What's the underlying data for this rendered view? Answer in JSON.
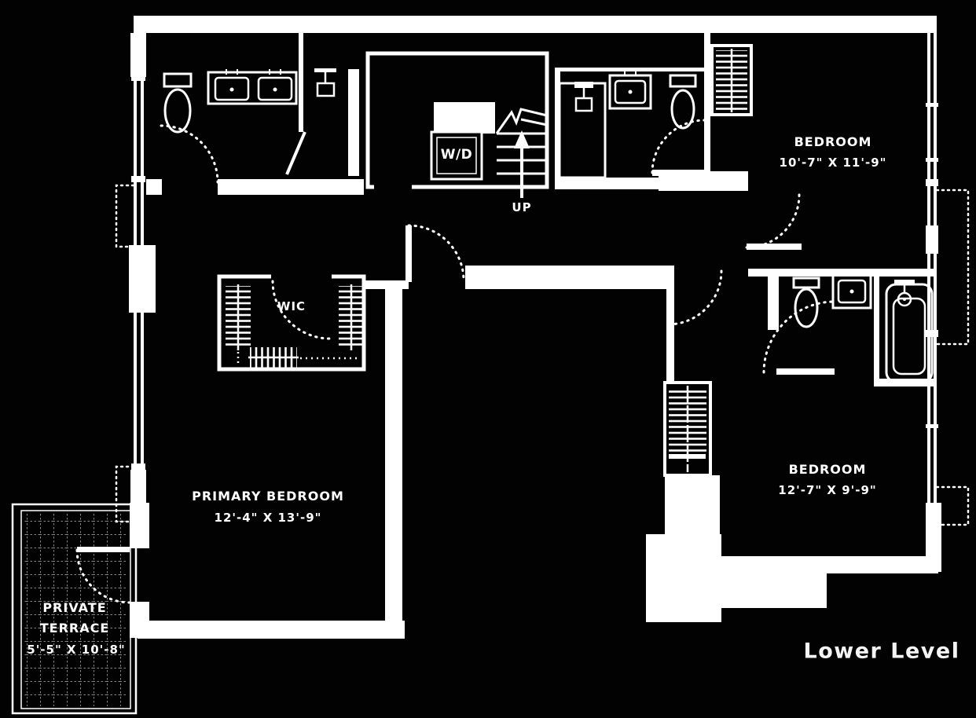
{
  "title": "Lower Level",
  "colors": {
    "background": "#000000",
    "line": "#ffffff",
    "text": "#ffffff"
  },
  "rooms": [
    {
      "name": "BEDROOM",
      "dims": "10'-7\" X 11'-9\""
    },
    {
      "name": "BEDROOM",
      "dims": "12'-7\" X 9'-9\""
    },
    {
      "name": "PRIMARY BEDROOM",
      "dims": "12'-4\" X 13'-9\""
    },
    {
      "name": "PRIVATE TERRACE",
      "dims": "5'-5\" X 10'-8\""
    },
    {
      "name": "WIC",
      "dims": ""
    }
  ],
  "fixtures": {
    "washer_dryer": "W/D",
    "stairs_direction": "UP"
  }
}
